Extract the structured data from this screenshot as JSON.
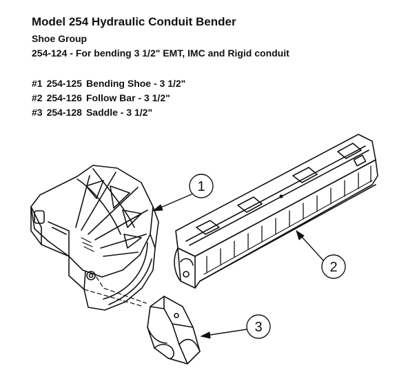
{
  "header": {
    "title": "Model 254 Hydraulic Conduit Bender",
    "group": "Shoe Group",
    "kit": "254-124 - For bending 3 1/2\" EMT, IMC and Rigid conduit"
  },
  "parts": [
    {
      "index": "#1",
      "part_no": "254-125",
      "desc": "Bending Shoe - 3 1/2\""
    },
    {
      "index": "#2",
      "part_no": "254-126",
      "desc": "Follow Bar - 3 1/2\""
    },
    {
      "index": "#3",
      "part_no": "254-128",
      "desc": "Saddle - 3 1/2\""
    }
  ],
  "callouts": [
    "1",
    "2",
    "3"
  ]
}
